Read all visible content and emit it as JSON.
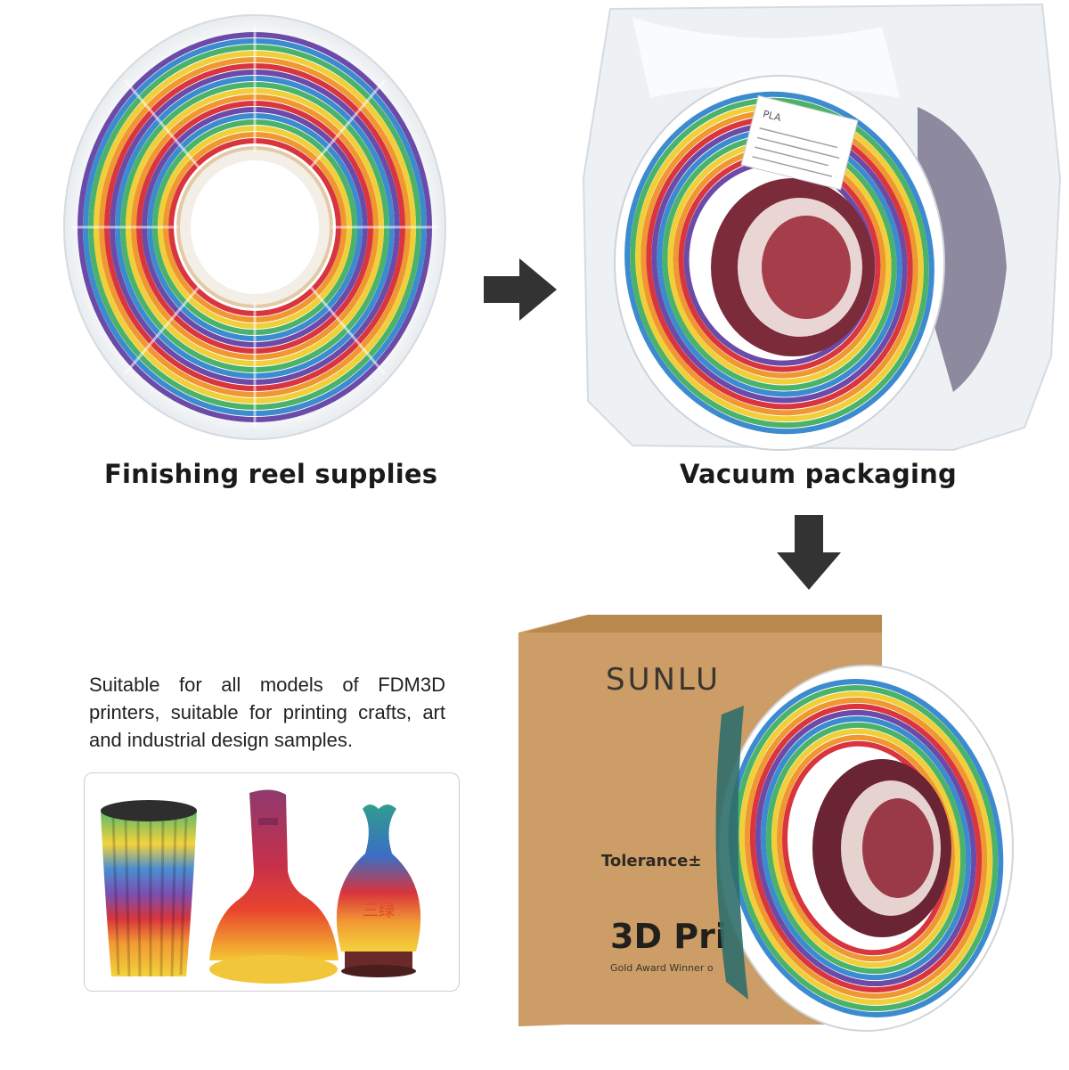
{
  "captions": {
    "reel": "Finishing reel supplies",
    "vacuum": "Vacuum packaging"
  },
  "description": "Suitable for all models of FDM3D printers, suitable for printing crafts, art and industrial design samples.",
  "box": {
    "brand": "SUNLU",
    "tolerance_text": "Tolerance±",
    "product_text": "3D Pri",
    "award_text": "Gold Award Winner o"
  },
  "vase_mark": "三绿",
  "label": {
    "material": "PLA"
  },
  "colors": {
    "rainbow": [
      "#d8343d",
      "#f29a33",
      "#f3d23c",
      "#5bb96a",
      "#3f8fd0",
      "#7a4fb3"
    ],
    "arrow": "#333333",
    "cardboard": "#c89a62"
  }
}
